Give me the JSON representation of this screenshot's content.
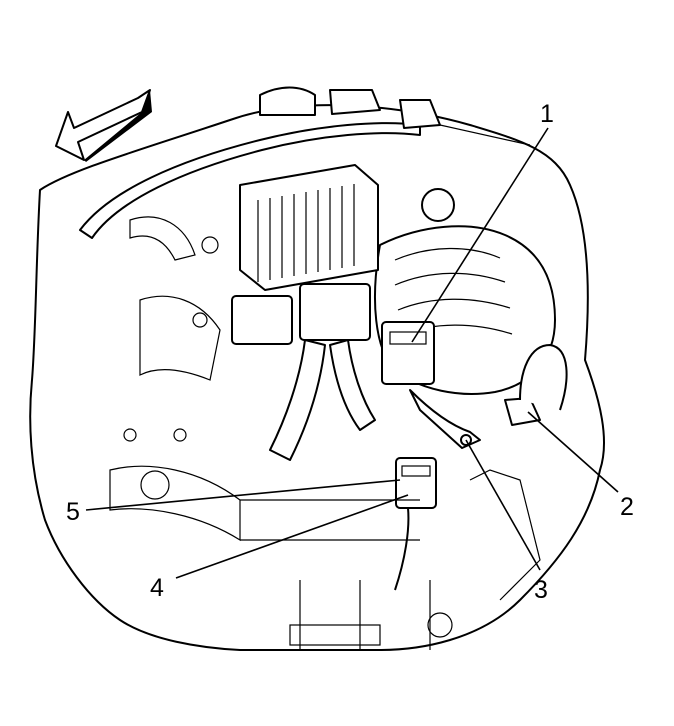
{
  "diagram": {
    "callouts": [
      {
        "id": "1",
        "label": "1"
      },
      {
        "id": "2",
        "label": "2"
      },
      {
        "id": "3",
        "label": "3"
      },
      {
        "id": "4",
        "label": "4"
      },
      {
        "id": "5",
        "label": "5"
      }
    ],
    "icons": [
      "direction-arrow-icon"
    ],
    "colors": {
      "ink": "#000000",
      "paper": "#ffffff"
    }
  }
}
